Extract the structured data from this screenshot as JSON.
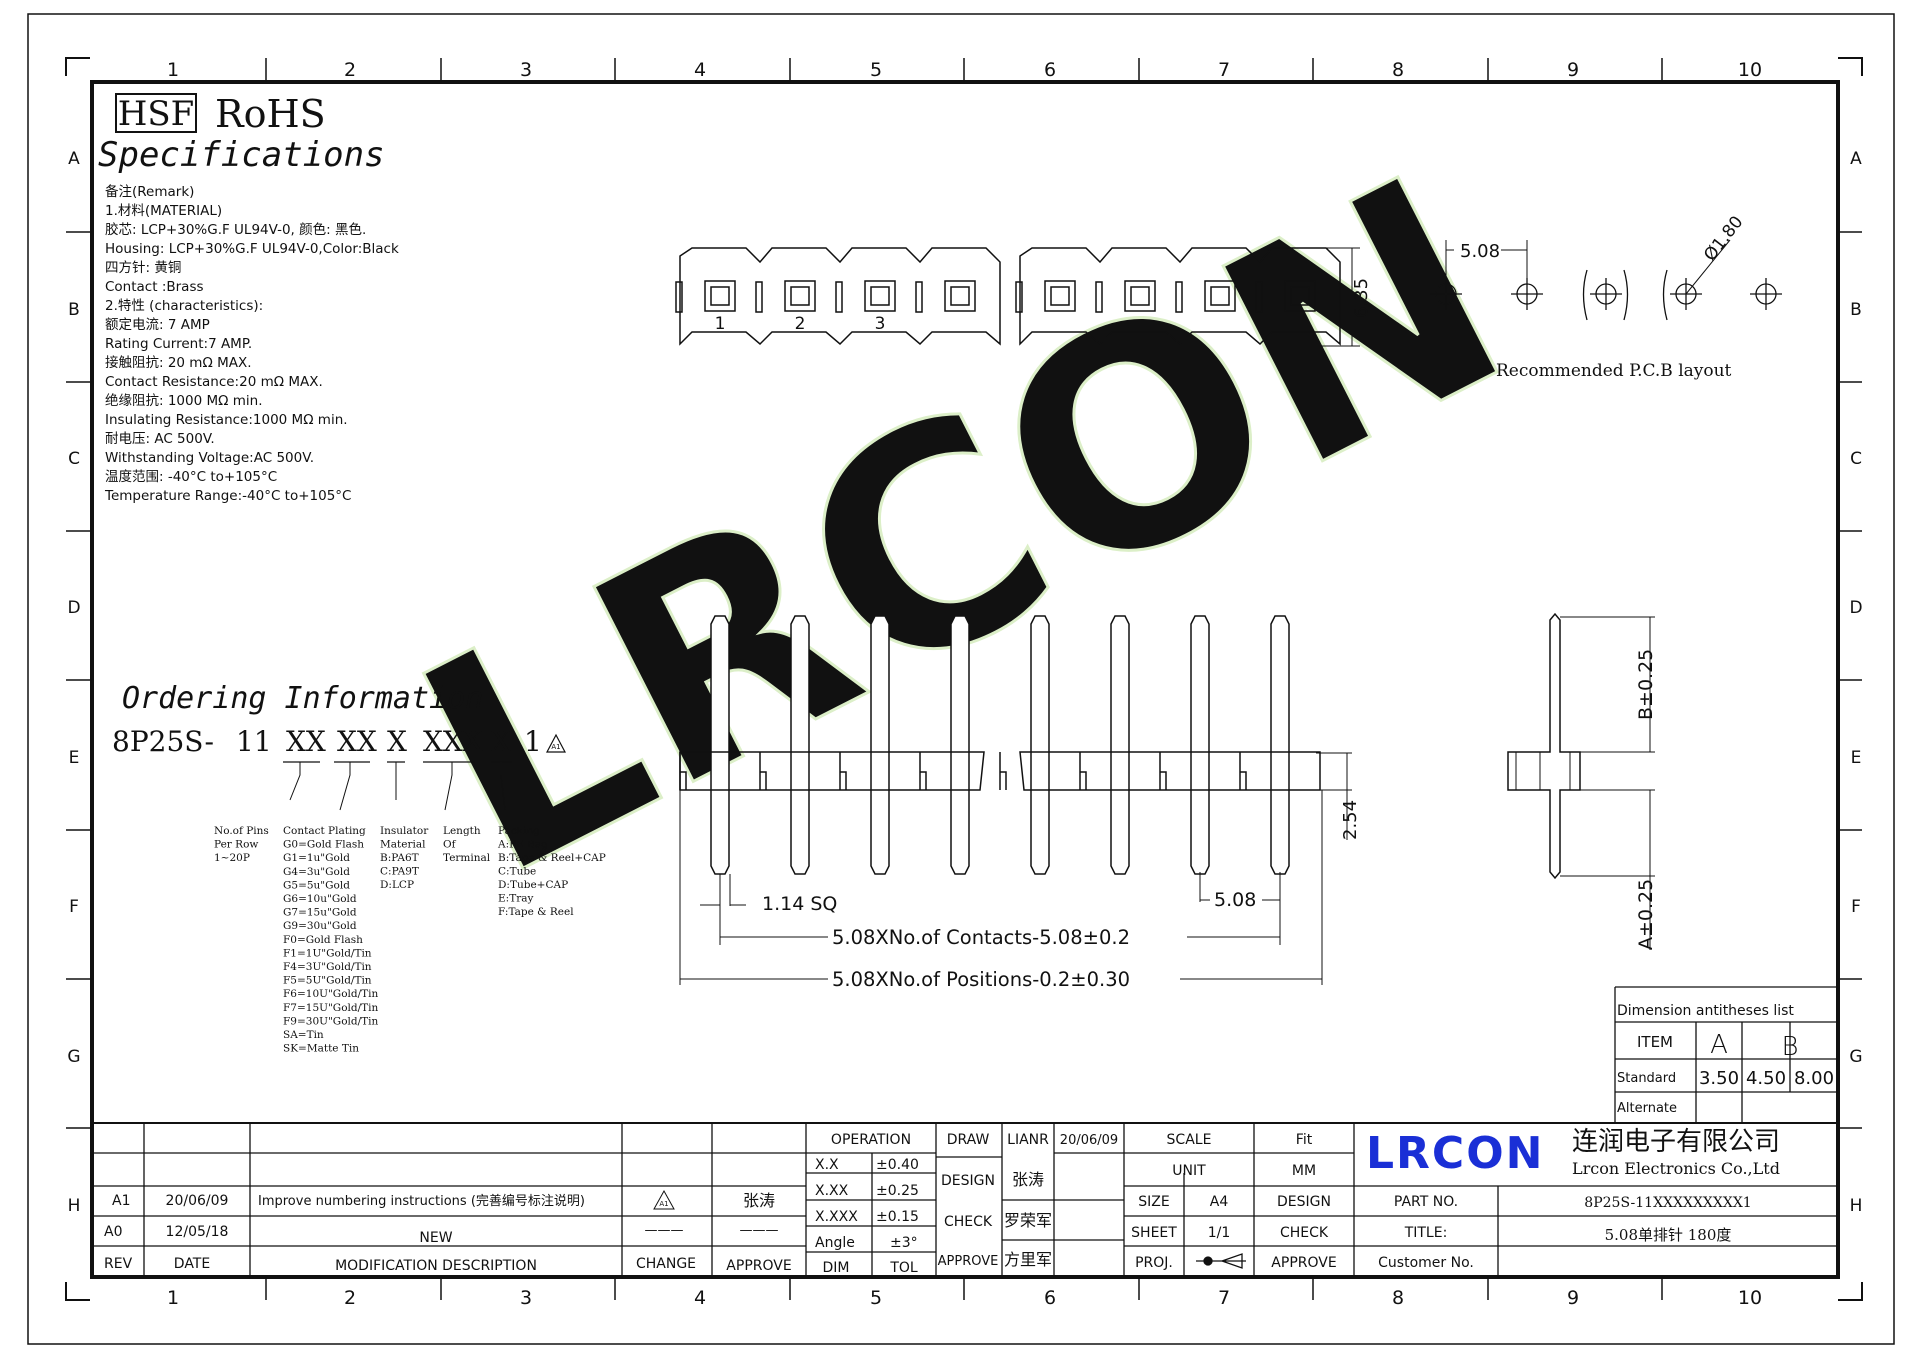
{
  "grid": {
    "columns": [
      "1",
      "2",
      "3",
      "4",
      "5",
      "6",
      "7",
      "8",
      "9",
      "10"
    ],
    "rows": [
      "A",
      "B",
      "C",
      "D",
      "E",
      "F",
      "G",
      "H"
    ]
  },
  "header": {
    "hsf": "HSF",
    "rohs": "RoHS",
    "specifications": "Specifications"
  },
  "remarks": [
    "备注(Remark)",
    "1.材料(MATERIAL)",
    "胶芯: LCP+30%G.F UL94V-0, 颜色: 黑色.",
    "Housing: LCP+30%G.F UL94V-0,Color:Black",
    "四方针: 黄铜",
    "Contact :Brass",
    "2.特性 (characteristics):",
    "额定电流: 7 AMP",
    "Rating Current:7 AMP.",
    "接触阻抗: 20 mΩ MAX.",
    "Contact Resistance:20 mΩ MAX.",
    "绝缘阻抗: 1000 MΩ min.",
    "Insulating Resistance:1000 MΩ min.",
    "耐电压: AC 500V.",
    "Withstanding Voltage:AC 500V.",
    "温度范围: -40°C to+105°C",
    "Temperature Range:-40°C to+105°C"
  ],
  "ordering": {
    "title": "Ordering Information",
    "code_parts": [
      "8P25S-",
      "11",
      "XX",
      "XX",
      "X",
      "XXX",
      "X",
      "1"
    ],
    "rev_mark": "A1",
    "legend": {
      "pins": [
        "No.of Pins",
        "Per Row",
        "1~20P"
      ],
      "plating": [
        "Contact Plating",
        "G0=Gold Flash",
        "G1=1u\"Gold",
        "G4=3u\"Gold",
        "G5=5u\"Gold",
        "G6=10u\"Gold",
        "G7=15u\"Gold",
        "G9=30u\"Gold",
        "F0=Gold Flash",
        "F1=1U\"Gold/Tin",
        "F4=3U\"Gold/Tin",
        "F5=5U\"Gold/Tin",
        "F6=10U\"Gold/Tin",
        "F7=15U\"Gold/Tin",
        "F9=30U\"Gold/Tin",
        "SA=Tin",
        "SK=Matte Tin"
      ],
      "insulator": [
        "Insulator",
        "Material",
        "B:PA6T",
        "C:PA9T",
        "D:LCP"
      ],
      "length": [
        "Length",
        "Of",
        "Terminal"
      ],
      "packing": [
        "Packing",
        "A:PE Bag",
        "B:Tape & Reel+CAP",
        "C:Tube",
        "D:Tube+CAP",
        "E:Tray",
        "F:Tape & Reel"
      ]
    }
  },
  "top_view": {
    "pin_numbers": [
      "1",
      "2",
      "3"
    ],
    "height_dim": "6.35"
  },
  "pcb": {
    "pitch_dim": "5.08",
    "hole_dim": "Ø1.80",
    "caption": "Recommended P.C.B layout"
  },
  "front_view": {
    "pin_dim": "1.14 SQ",
    "pitch_dim": "5.08",
    "base_dim": "2.54",
    "contacts_dim": "5.08XNo.of Contacts-5.08±0.2",
    "positions_dim": "5.08XNo.of Positions-0.2±0.30"
  },
  "side_view": {
    "b_dim": "B±0.25",
    "a_dim": "A±0.25"
  },
  "watermark": "LRCON",
  "dim_table": {
    "title": "Dimension antitheses list",
    "item_label": "ITEM",
    "cols": [
      "A",
      "B"
    ],
    "standard_label": "Standard",
    "standard_values": [
      "3.50",
      "4.50",
      "8.00"
    ],
    "alternate_label": "Alternate"
  },
  "revisions": {
    "rows": [
      {
        "rev": "A1",
        "date": "20/06/09",
        "desc": "Improve numbering instructions (完善编号标注说明)",
        "change": "A1",
        "approve": "张涛"
      },
      {
        "rev": "A0",
        "date": "12/05/18",
        "desc": "NEW",
        "change": "———",
        "approve": "———"
      }
    ],
    "headers": {
      "rev": "REV",
      "date": "DATE",
      "desc": "MODIFICATION DESCRIPTION",
      "change": "CHANGE",
      "approve": "APPROVE"
    }
  },
  "tolerances": {
    "title": "OPERATION",
    "rows": [
      [
        "X.X",
        "±0.40"
      ],
      [
        "X.XX",
        "±0.25"
      ],
      [
        "X.XXX",
        "±0.15"
      ],
      [
        "Angle",
        "±3°"
      ]
    ],
    "footer": [
      "DIM",
      "TOL"
    ]
  },
  "signoff": {
    "draw_label": "DRAW",
    "draw_name": "LIANR",
    "draw_date": "20/06/09",
    "design_label": "DESIGN",
    "design_name": "张涛",
    "check_label": "CHECK",
    "check_name": "罗荣军",
    "approve_label": "APPROVE",
    "approve_name": "方里军"
  },
  "sheet_info": {
    "scale_label": "SCALE",
    "scale_value": "Fit",
    "unit_label": "UNIT",
    "unit_value": "MM",
    "size_label": "SIZE",
    "size_value": "A4",
    "sheet_label": "SHEET",
    "sheet_value": "1/1",
    "proj_label": "PROJ.",
    "design_label": "DESIGN",
    "check_label": "CHECK",
    "approve_label": "APPROVE"
  },
  "company": {
    "logo": "LRCON",
    "name_cn": "连润电子有限公司",
    "name_en": "Lrcon Electronics Co.,Ltd",
    "brand_color": "#1a2fd6"
  },
  "title_block": {
    "part_no_label": "PART NO.",
    "part_no": "8P25S-11XXXXXXXXX1",
    "title_label": "TITLE:",
    "title": "5.08单排针 180度",
    "customer_label": "Customer No.",
    "customer_no": ""
  }
}
